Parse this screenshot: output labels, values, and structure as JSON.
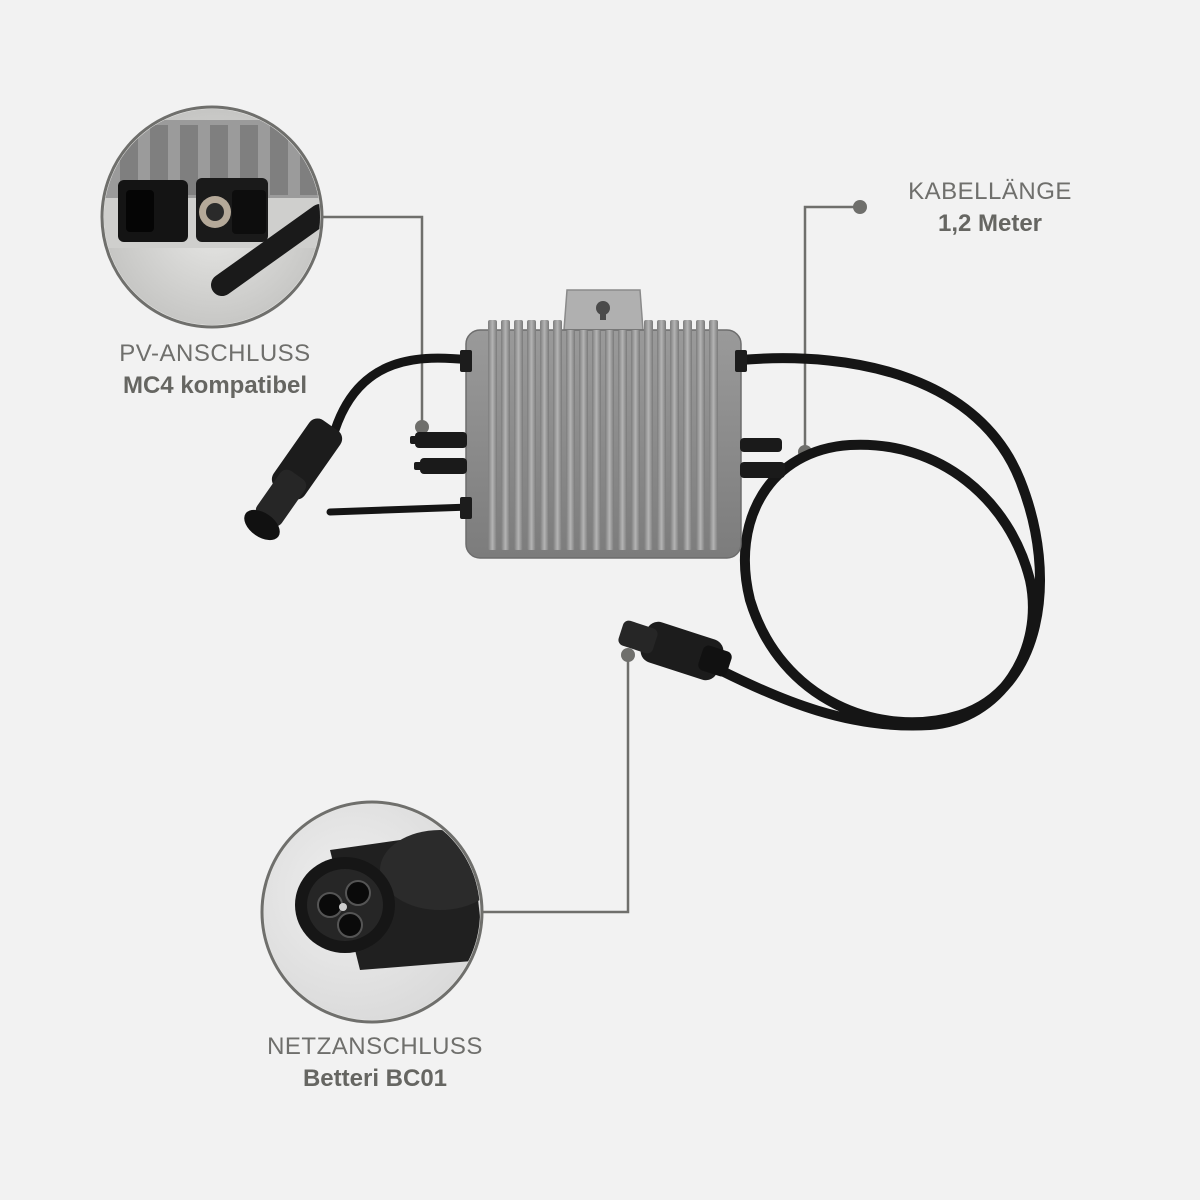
{
  "callouts": {
    "pv": {
      "caption": "PV-ANSCHLUSS",
      "value": "MC4 kompatibel",
      "detail_icon": "mc4-connector-closeup"
    },
    "kabel": {
      "caption": "KABELLÄNGE",
      "value": "1,2 Meter"
    },
    "netz": {
      "caption": "NETZANSCHLUSS",
      "value": "Betteri BC01",
      "detail_icon": "bc01-connector-closeup"
    }
  },
  "colors": {
    "background": "#f2f2f2",
    "leader_line": "#6f6f6c",
    "inverter_body": "#8c8c8c",
    "cable": "#151515"
  }
}
